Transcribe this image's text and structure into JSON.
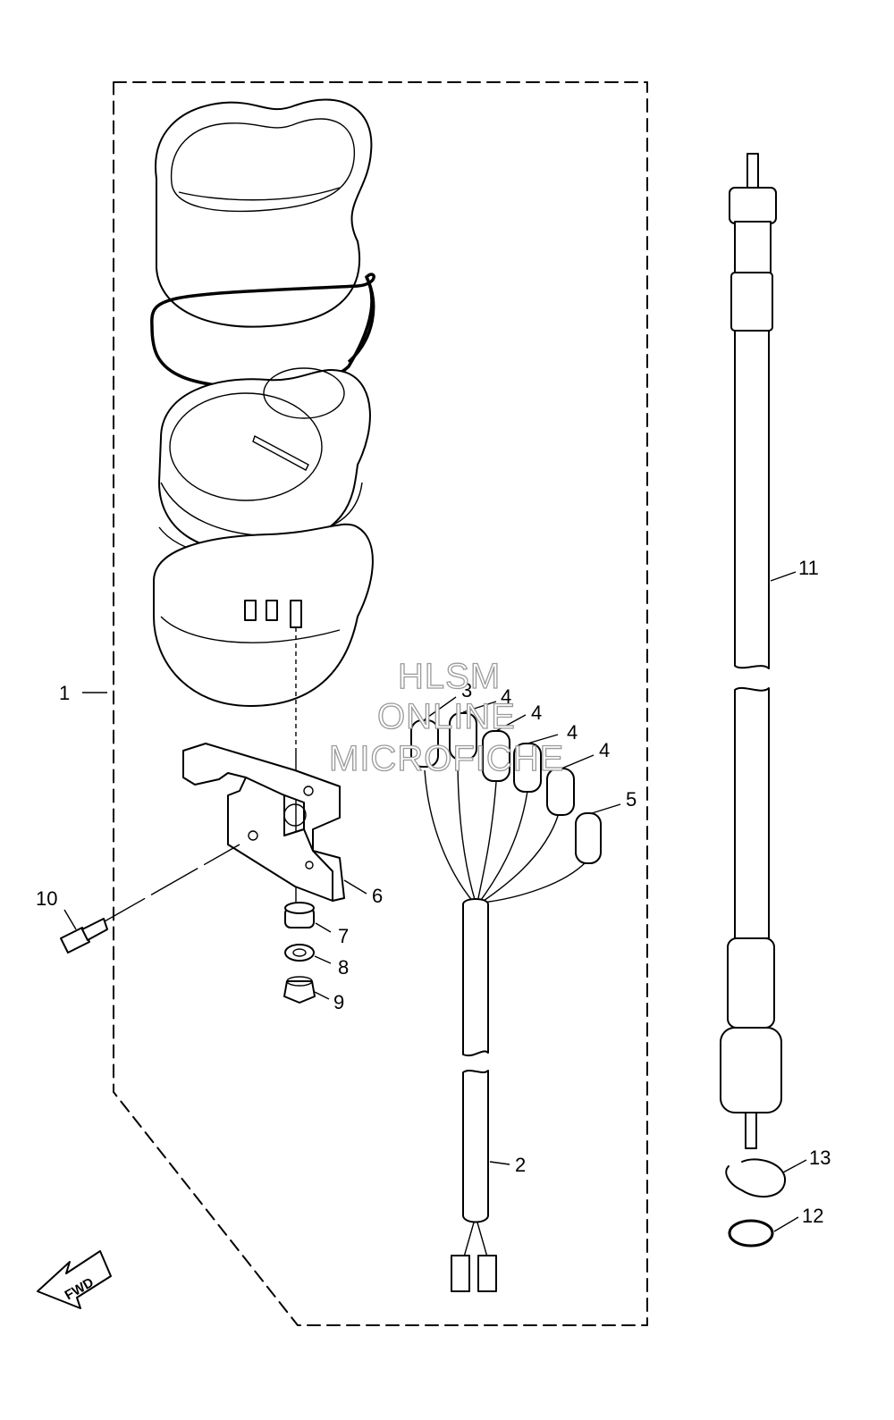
{
  "watermark": {
    "line1": "HLSM",
    "line2": "ONLINE",
    "line3": "MICROFICHE"
  },
  "direction_label": "FWD",
  "callouts": {
    "c1": "1",
    "c2": "2",
    "c3": "3",
    "c4a": "4",
    "c4b": "4",
    "c4c": "4",
    "c4d": "4",
    "c5": "5",
    "c6": "6",
    "c7": "7",
    "c8": "8",
    "c9": "9",
    "c10": "10",
    "c11": "11",
    "c12": "12",
    "c13": "13"
  },
  "colors": {
    "line": "#000000",
    "watermark_outline": "#9a9a9a",
    "background": "#ffffff"
  }
}
